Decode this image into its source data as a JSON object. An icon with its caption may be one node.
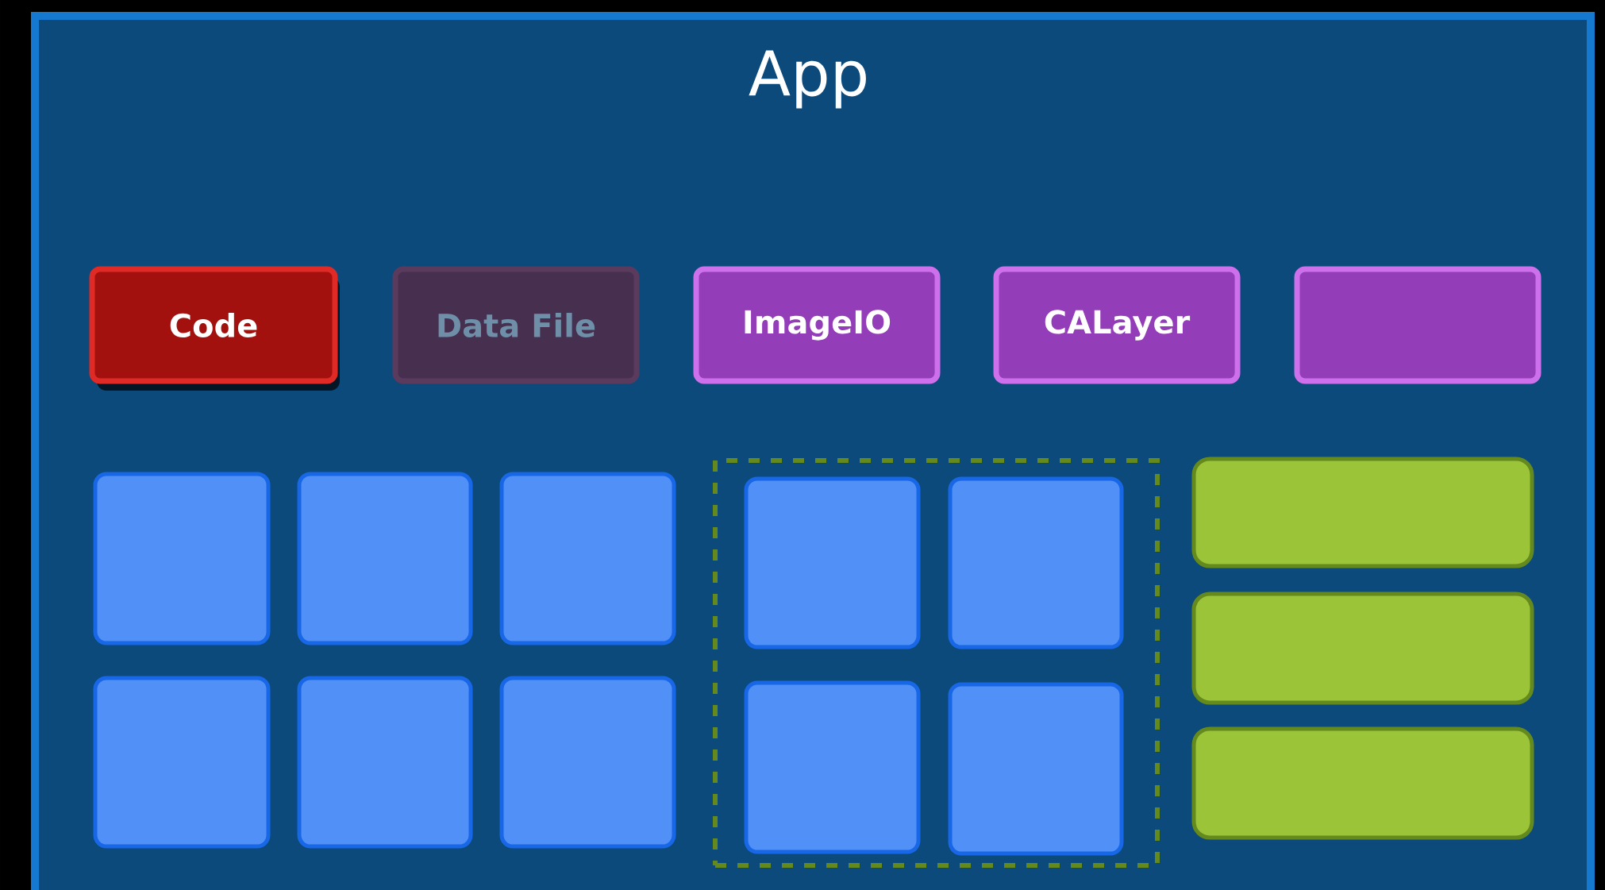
{
  "diagram": {
    "nodes": [
      {
        "text": [
          "App"
        ]
      },
      {
        "text": [
          "Code"
        ],
        "in": 0
      },
      {
        "text": [
          "Data File"
        ],
        "in": 0
      },
      {
        "text": [
          "ImageIO"
        ],
        "in": 0
      },
      {
        "text": [
          "CALayer"
        ],
        "in": 0
      },
      {
        "text": [],
        "shape": "box",
        "in": 0
      },
      {
        "text": [],
        "shape": "box",
        "in": 0
      },
      {
        "text": [],
        "shape": "box",
        "in": 0
      },
      {
        "text": [],
        "shape": "box",
        "in": 0
      },
      {
        "text": [],
        "shape": "box",
        "in": 0
      },
      {
        "text": [],
        "shape": "box",
        "in": 0
      },
      {
        "text": [],
        "shape": "box",
        "in": 0
      },
      {
        "text": [],
        "shape": "box",
        "in": 0
      },
      {
        "text": [],
        "shape": "box",
        "in": 12
      },
      {
        "text": [],
        "shape": "box",
        "in": 12
      },
      {
        "text": [],
        "shape": "box",
        "in": 12
      },
      {
        "text": [],
        "shape": "box",
        "in": 12
      },
      {
        "text": [],
        "shape": "bar",
        "in": 0
      },
      {
        "text": [],
        "shape": "bar",
        "in": 0
      },
      {
        "text": [],
        "shape": "bar",
        "in": 0
      }
    ]
  }
}
